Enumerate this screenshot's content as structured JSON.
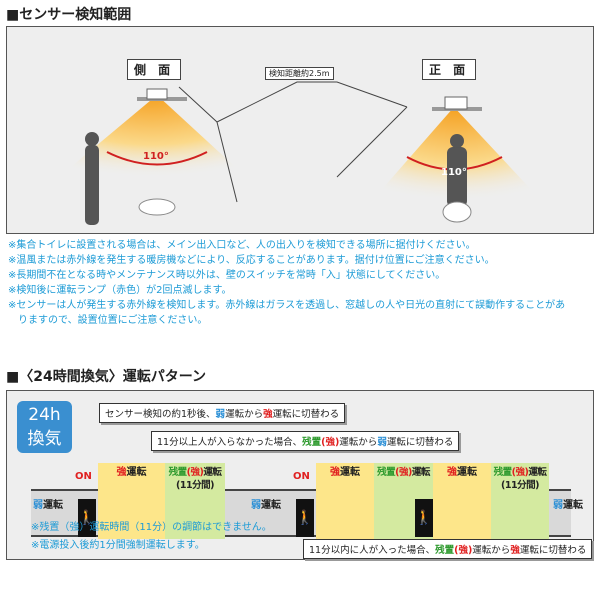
{
  "section1": {
    "title": "■センサー検知範囲",
    "side_label": "側 面",
    "front_label": "正 面",
    "distance": "検知距離約2.5m",
    "angle_side": "110°",
    "angle_front": "110°"
  },
  "notes": [
    "※集合トイレに設置される場合は、メイン出入口など、人の出入りを検知できる場所に据付けください。",
    "※温風または赤外線を発生する暖房機などにより、反応することがあります。据付け位置にご注意ください。",
    "※長期間不在となる時やメンテナンス時以外は、壁のスイッチを常時「入」状態にしてください。",
    "※検知後に運転ランプ（赤色）が2回点滅します。",
    "※センサーは人が発生する赤外線を検知します。赤外線はガラスを透過し、窓越しの人や日光の直射にて誤動作することがあ",
    "　りますので、設置位置にご注意ください。"
  ],
  "section2": {
    "title": "■〈24時間換気〉運転パターン",
    "badge_line1": "24h",
    "badge_line2": "換気",
    "callout1": {
      "a": "センサー検知の約1秒後、",
      "b": "弱",
      "c": "運転から",
      "d": "強",
      "e": "運転に切替わる"
    },
    "callout2": {
      "a": "11分以上人が入らなかった場合、",
      "b": "残置",
      "c": "(強)",
      "d": "運転から",
      "e": "弱",
      "f": "運転に切替わる"
    },
    "callout3": {
      "a": "11分以内に人が入った場合、",
      "b": "残置",
      "c": "(強)",
      "d": "運転から",
      "e": "強",
      "f": "運転に切替わる"
    },
    "on": "ON",
    "weak_a": "弱",
    "weak_b": "運転",
    "strong_a": "強",
    "strong_b": "運転",
    "residual_a": "残置",
    "residual_b": "(強)",
    "residual_c": "運転",
    "residual_time": "(11分間)",
    "footnotes": [
      "※残置（強）運転時間（11分）の調節はできません。",
      "※電源投入後約1分間強制運転します。"
    ]
  }
}
